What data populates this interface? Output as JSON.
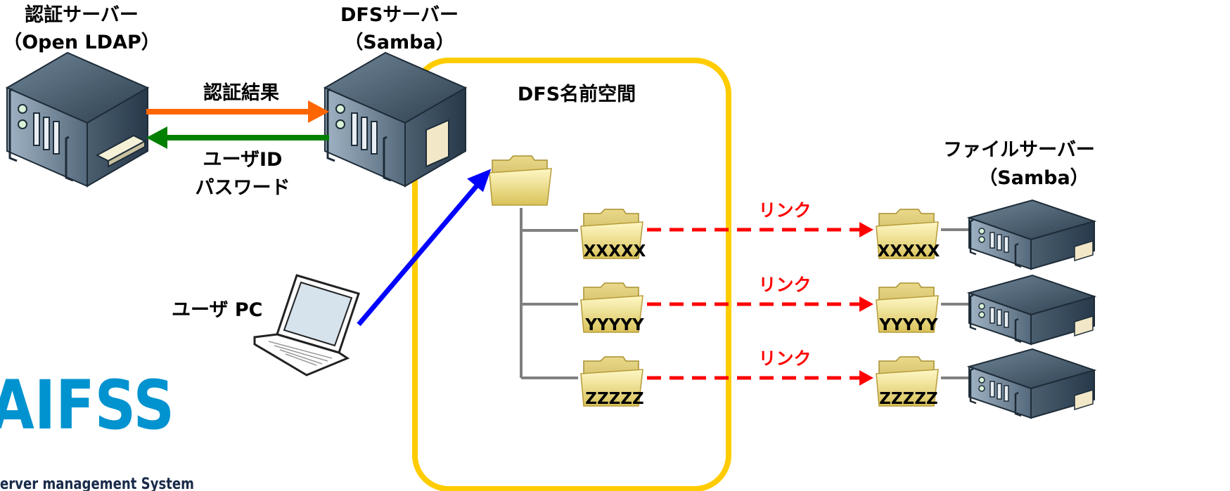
{
  "auth_server": {
    "title": "認証サーバー",
    "subtitle": "（Open LDAP）"
  },
  "dfs_server": {
    "title": "DFSサーバー",
    "subtitle": "（Samba）"
  },
  "namespace_label": "DFS名前空間",
  "auth_result_label": "認証結果",
  "credentials": {
    "line1": "ユーザID",
    "line2": "パスワード"
  },
  "user_pc_label": "ユーザ PC",
  "file_server": {
    "title": "ファイルサーバー",
    "subtitle": "（Samba）"
  },
  "folders": [
    {
      "name": "XXXXX",
      "link": "リンク"
    },
    {
      "name": "YYYYY",
      "link": "リンク"
    },
    {
      "name": "ZZZZZ",
      "link": "リンク"
    }
  ],
  "logo": {
    "text": "AIFSS",
    "tagline": "erver management System"
  },
  "colors": {
    "namespace_border": "#ffcc00",
    "auth_result_arrow": "#ff6600",
    "credentials_arrow": "#008000",
    "user_access_arrow": "#0000ff",
    "link_arrow": "#ff0000",
    "tree_line": "#808080",
    "logo": "#0093d0"
  },
  "icons": [
    "server-icon",
    "folder-icon",
    "laptop-icon"
  ]
}
